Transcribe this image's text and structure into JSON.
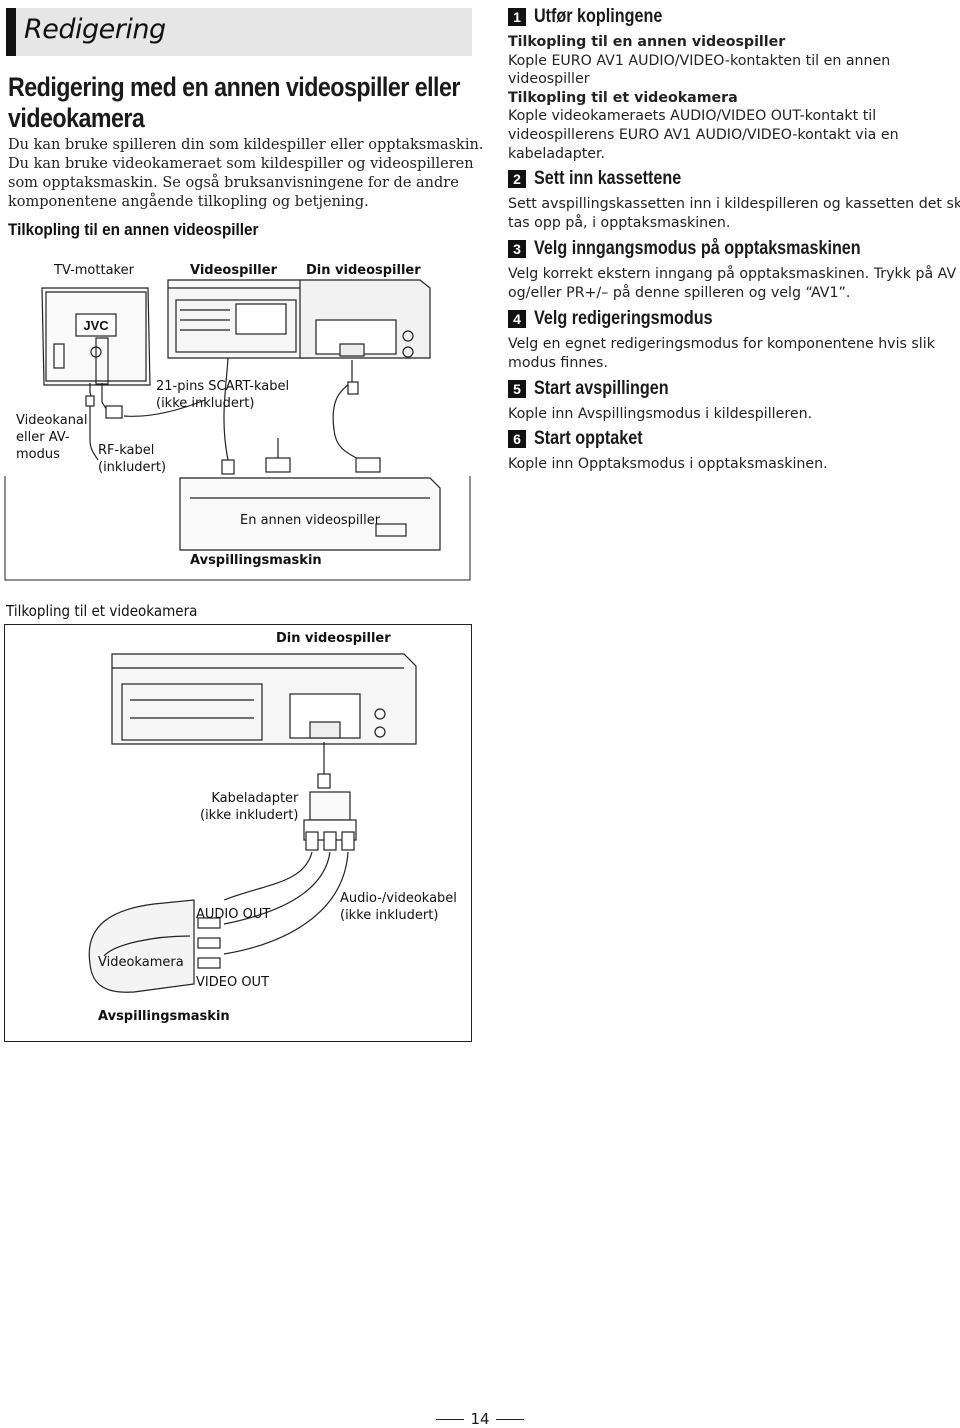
{
  "section": {
    "title": "Redigering"
  },
  "heading": {
    "title_line1": "Redigering med en annen videospiller eller",
    "title_line2": "videokamera"
  },
  "intro": {
    "lines": [
      "Du kan bruke spilleren din som kildespiller eller opptaksmaskin.",
      "Du kan bruke videokameraet som kildespiller og videospilleren",
      "som opptaksmaskin. Se også bruksanvisningene for de andre",
      "komponentene angående tilkopling og betjening."
    ]
  },
  "diagram1": {
    "heading": "Tilkopling til en annen videospiller",
    "labels": {
      "tv": "TV-mottaker",
      "vcr": "Videospiller",
      "your_vcr": "Din videospiller",
      "scart_1": "21-pins SCART-kabel",
      "scart_2": "(ikke inkludert)",
      "channel_1": "Videokanal",
      "channel_2": "eller AV-",
      "channel_3": "modus",
      "rf_1": "RF-kabel",
      "rf_2": "(inkludert)",
      "other_vcr": "En annen videospiller",
      "playback": "Avspillingsmaskin",
      "tv_logo": "JVC"
    }
  },
  "diagram2": {
    "heading": "Tilkopling til et videokamera",
    "labels": {
      "your_vcr": "Din videospiller",
      "adapter_1": "Kabeladapter",
      "adapter_2": "(ikke inkludert)",
      "av_cable_1": "Audio-/videokabel",
      "av_cable_2": "(ikke inkludert)",
      "audio_out": "AUDIO OUT",
      "video_out": "VIDEO OUT",
      "camcorder": "Videokamera",
      "playback": "Avspillingsmaskin"
    }
  },
  "steps": [
    {
      "num": "1",
      "title": "Utfør koplingene",
      "lines": [
        {
          "text": "Tilkopling til en annen videospiller",
          "bold": true
        },
        {
          "text": "Kople EURO AV1 AUDIO/VIDEO-kontakten til en annen"
        },
        {
          "text": "videospiller"
        },
        {
          "text": "Tilkopling til et videokamera",
          "bold": true
        },
        {
          "text": "Kople videokameraets AUDIO/VIDEO OUT-kontakt til"
        },
        {
          "text": "videospillerens EURO AV1 AUDIO/VIDEO-kontakt via en"
        },
        {
          "text": "kabeladapter."
        }
      ]
    },
    {
      "num": "2",
      "title": "Sett inn kassettene",
      "lines": [
        {
          "text": "Sett avspillingskassetten inn i kildespilleren og kassetten det skal"
        },
        {
          "text": "tas opp på, i opptaksmaskinen."
        }
      ]
    },
    {
      "num": "3",
      "title": "Velg inngangsmodus på opptaksmaskinen",
      "lines": [
        {
          "text": "Velg korrekt ekstern inngang på opptaksmaskinen. Trykk på AV"
        },
        {
          "text": "og/eller PR+/– på denne spilleren og velg “AV1”."
        }
      ]
    },
    {
      "num": "4",
      "title": "Velg redigeringsmodus",
      "lines": [
        {
          "text": "Velg en egnet redigeringsmodus for komponentene hvis slik"
        },
        {
          "text": "modus finnes."
        }
      ]
    },
    {
      "num": "5",
      "title": "Start avspillingen",
      "lines": [
        {
          "text": "Kople inn Avspillingsmodus i kildespilleren."
        }
      ]
    },
    {
      "num": "6",
      "title": "Start opptaket",
      "lines": [
        {
          "text": "Kople inn Opptaksmodus i opptaksmaskinen."
        }
      ]
    }
  ],
  "footer": {
    "page_number": "14"
  }
}
